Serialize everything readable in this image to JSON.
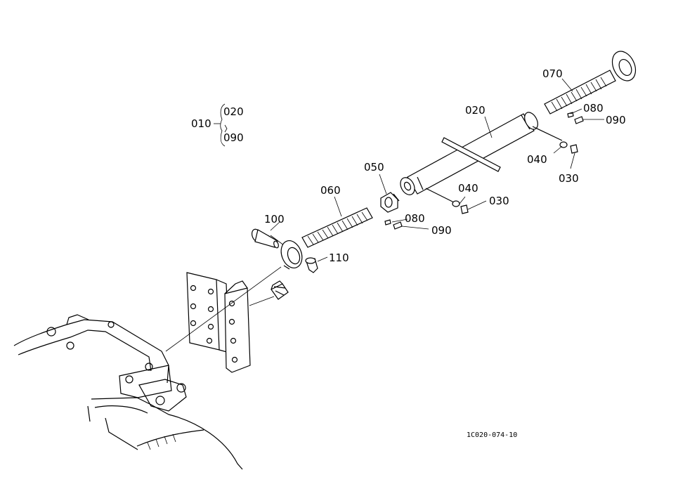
{
  "callouts": {
    "c010": "010",
    "c020_top": "020",
    "c090_top": "090",
    "c020": "020",
    "c070": "070",
    "c080_r": "080",
    "c090_r": "090",
    "c040_r": "040",
    "c030_r": "030",
    "c050": "050",
    "c060": "060",
    "c040_m": "040",
    "c030_m": "030",
    "c100": "100",
    "c080_m": "080",
    "c090_m": "090",
    "c110": "110"
  },
  "figure_code": "1C020-074-10"
}
